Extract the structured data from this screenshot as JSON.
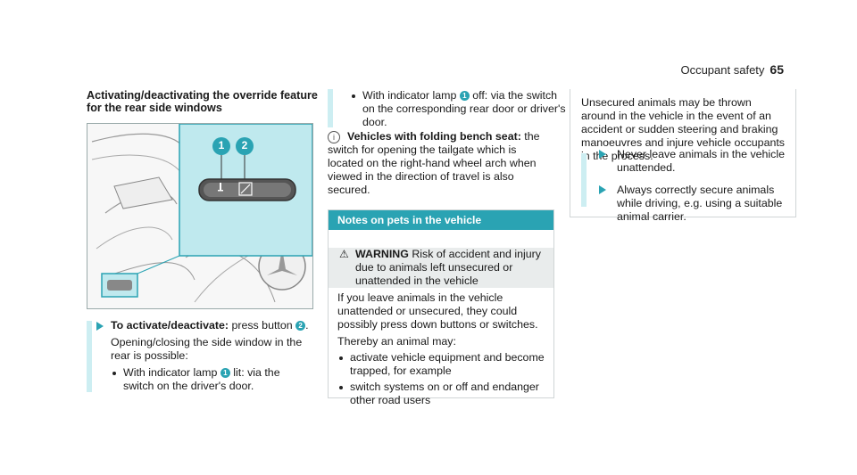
{
  "header": {
    "section": "Occupant safety",
    "page": "65"
  },
  "col1": {
    "title": "Activating/deactivating the override feature for the rear side windows",
    "step_label": "To activate/deactivate:",
    "step_text": " press button ",
    "step_num": "2",
    "opening": "Opening/closing the side window in the rear is possible:",
    "bullet1_a": "With indicator lamp ",
    "bullet1_num": "1",
    "bullet1_b": " lit: via the switch on the driver's door."
  },
  "figure": {
    "callout1": "1",
    "callout2": "2"
  },
  "col2": {
    "bullet2_a": "With indicator lamp ",
    "bullet2_num": "1",
    "bullet2_b": " off: via the switch on the corresponding rear door or driver's door.",
    "info_label": "Vehicles with folding bench seat:",
    "info_text": " the switch for opening the tailgate which is located on the right-hand wheel arch when viewed in the direction of travel is also secured.",
    "section_title": "Notes on pets in the vehicle",
    "warning_label": "WARNING",
    "warning_text": " Risk of accident and injury due to animals left unsecured or unattended in the vehicle",
    "para1": "If you leave animals in the vehicle unattended or unsecured, they could possibly press down buttons or switches.",
    "para2": "Thereby an animal may:",
    "b1": "activate vehicle equipment and become trapped, for example",
    "b2": "switch systems on or off and endanger other road users"
  },
  "col3": {
    "para": "Unsecured animals may be thrown around in the vehicle in the event of an accident or sudden steering and braking manoeuvres and injure vehicle occupants in the process.",
    "step1": "Never leave animals in the vehicle unattended.",
    "step2": "Always correctly secure animals while driving, e.g. using a suitable animal carrier."
  },
  "colors": {
    "accent": "#2aa3b3",
    "bar": "#cdeef2",
    "panel": "#bfe9ee"
  }
}
